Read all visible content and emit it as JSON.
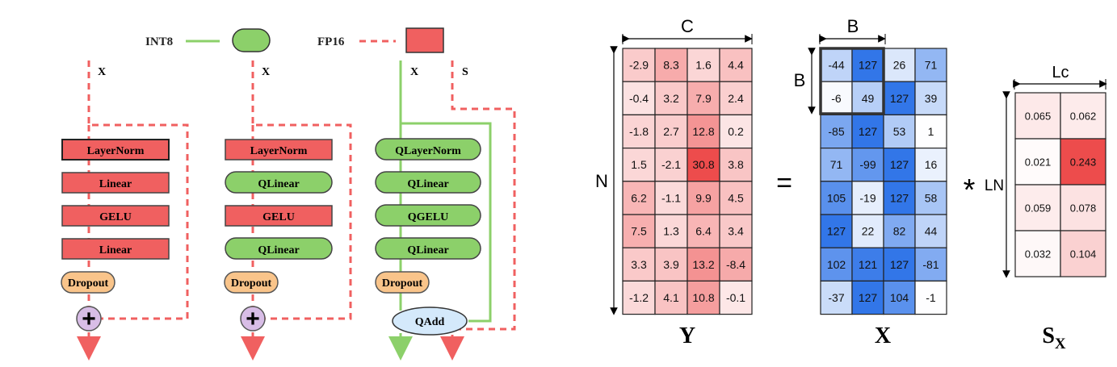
{
  "legend": {
    "int8_label": "INT8",
    "fp16_label": "FP16",
    "colors": {
      "int8": "#8cd06a",
      "fp16": "#f06060"
    }
  },
  "pipelines": [
    {
      "id": "fp16",
      "inputs": [
        "X"
      ],
      "blocks": [
        "LayerNorm",
        "Linear",
        "GELU",
        "Linear"
      ],
      "block_styles": [
        "fp16",
        "fp16",
        "fp16",
        "fp16"
      ],
      "dropout": "Dropout",
      "merge": "+"
    },
    {
      "id": "mixed",
      "inputs": [
        "X"
      ],
      "blocks": [
        "LayerNorm",
        "QLinear",
        "GELU",
        "QLinear"
      ],
      "block_styles": [
        "fp16",
        "int8",
        "fp16",
        "int8"
      ],
      "dropout": "Dropout",
      "merge": "+"
    },
    {
      "id": "int8",
      "inputs": [
        "X",
        "S"
      ],
      "blocks": [
        "QLayerNorm",
        "QLinear",
        "QGELU",
        "QLinear"
      ],
      "block_styles": [
        "int8",
        "int8",
        "int8",
        "int8"
      ],
      "dropout": "Dropout",
      "merge": "QAdd"
    }
  ],
  "matrices": {
    "Y": {
      "label": "Y",
      "dim_top": "C",
      "dim_left": "N",
      "values": [
        [
          "-2.9",
          "8.3",
          "1.6",
          "4.4"
        ],
        [
          "-0.4",
          "3.2",
          "7.9",
          "2.4"
        ],
        [
          "-1.8",
          "2.7",
          "12.8",
          "0.2"
        ],
        [
          "1.5",
          "-2.1",
          "30.8",
          "3.8"
        ],
        [
          "6.2",
          "-1.1",
          "9.9",
          "4.5"
        ],
        [
          "7.5",
          "1.3",
          "6.4",
          "3.4"
        ],
        [
          "3.3",
          "3.9",
          "13.2",
          "-8.4"
        ],
        [
          "-1.2",
          "4.1",
          "10.8",
          "-0.1"
        ]
      ]
    },
    "X": {
      "label": "X",
      "dim_top": "B",
      "dim_left": "B",
      "values": [
        [
          "-44",
          "127",
          "26",
          "71"
        ],
        [
          "-6",
          "49",
          "127",
          "39"
        ],
        [
          "-85",
          "127",
          "53",
          "1"
        ],
        [
          "71",
          "-99",
          "127",
          "16"
        ],
        [
          "105",
          "-19",
          "127",
          "58"
        ],
        [
          "127",
          "22",
          "82",
          "44"
        ],
        [
          "102",
          "121",
          "127",
          "-81"
        ],
        [
          "-37",
          "127",
          "104",
          "-1"
        ]
      ]
    },
    "S": {
      "label": "S",
      "subscript": "X",
      "dim_top": "Lc",
      "dim_left": "LN",
      "values": [
        [
          "0.065",
          "0.062"
        ],
        [
          "0.021",
          "0.243"
        ],
        [
          "0.059",
          "0.078"
        ],
        [
          "0.032",
          "0.104"
        ]
      ]
    },
    "equals": "=",
    "times": "*"
  }
}
